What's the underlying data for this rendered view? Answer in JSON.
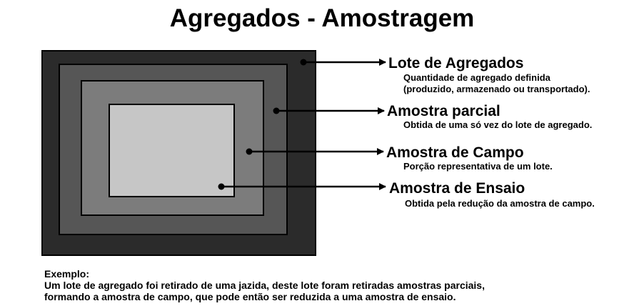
{
  "title": "Agregados - Amostragem",
  "colors": {
    "lote": "#2b2b2b",
    "parcial": "#565656",
    "campo": "#7c7c7c",
    "ensaio": "#c6c6c6",
    "line": "#000000"
  },
  "items": [
    {
      "label": "Lote de Agregados",
      "desc": [
        "Quantidade de agregado definida",
        "(produzido, armazenado ou transportado)."
      ]
    },
    {
      "label": "Amostra parcial",
      "desc": [
        "Obtida de uma só vez do lote de agregado."
      ]
    },
    {
      "label": "Amostra de Campo",
      "desc": [
        "Porção representativa de um lote."
      ]
    },
    {
      "label": "Amostra de Ensaio",
      "desc": [
        "Obtida pela redução da amostra de campo."
      ]
    }
  ],
  "example": {
    "heading": "Exemplo:",
    "lines": [
      "Um lote de agregado foi retirado de uma jazida, deste lote foram retiradas amostras parciais,",
      "formando a amostra de campo, que pode então ser reduzida a uma amostra de ensaio."
    ]
  }
}
